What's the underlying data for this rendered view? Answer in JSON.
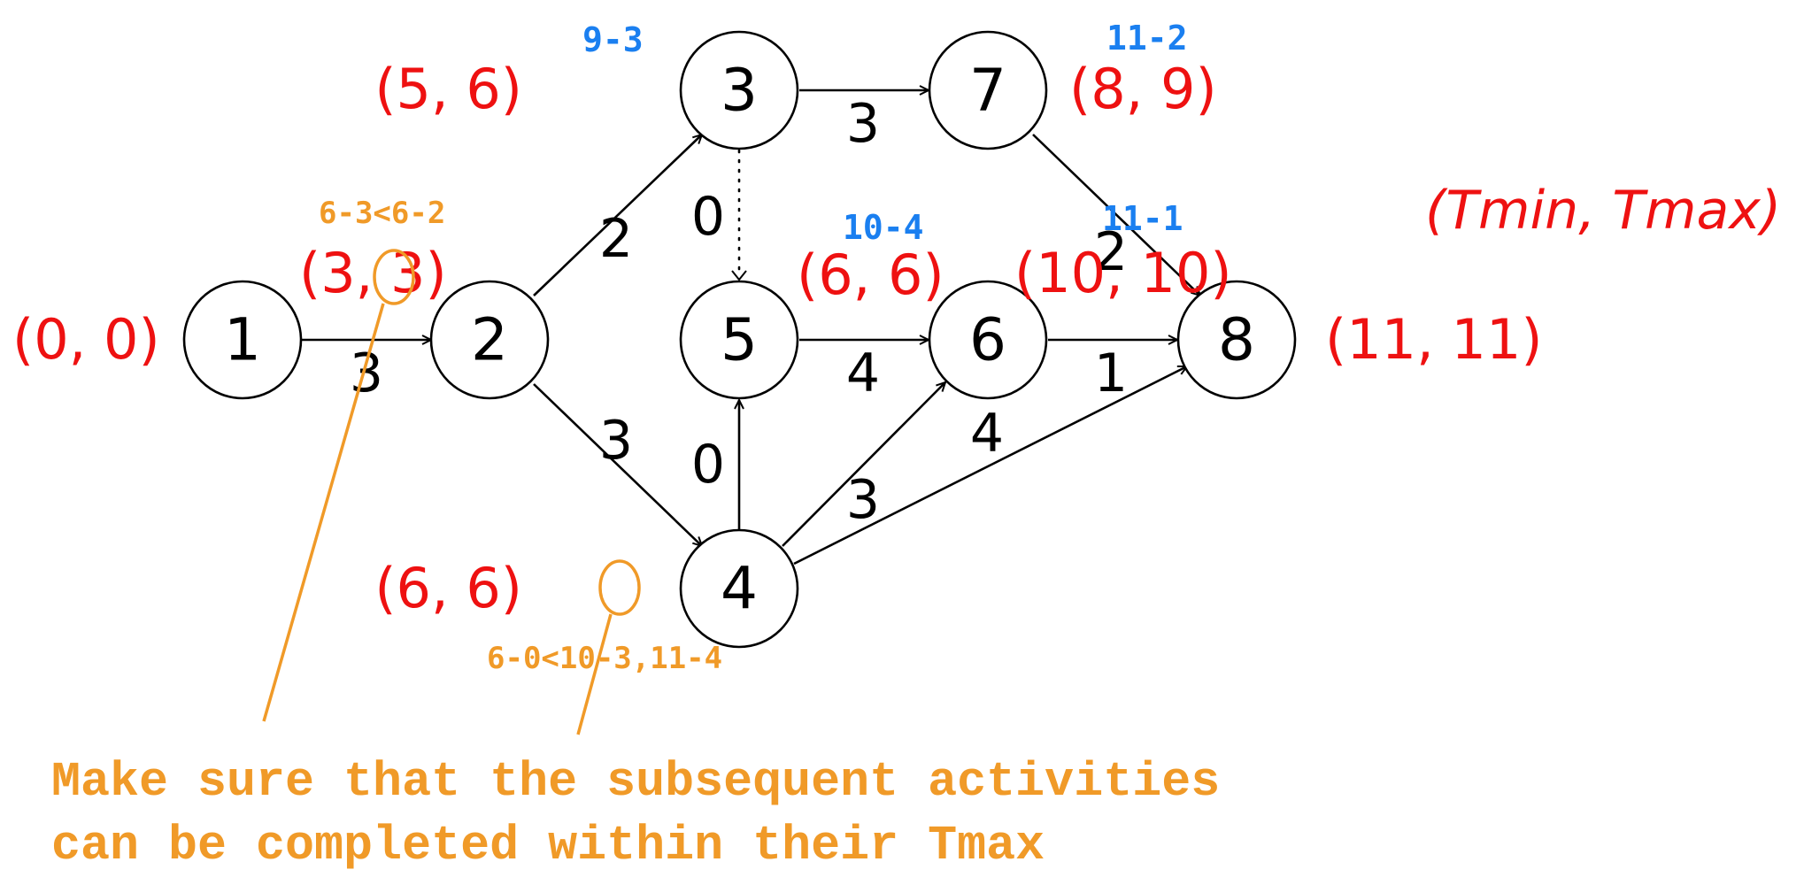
{
  "colors": {
    "node_stroke": "#000000",
    "times": "#ee1111",
    "calc_blue": "#1a7ff0",
    "annotation_orange": "#f09a28"
  },
  "nodes": [
    {
      "id": "1",
      "label": "1"
    },
    {
      "id": "2",
      "label": "2"
    },
    {
      "id": "3",
      "label": "3"
    },
    {
      "id": "4",
      "label": "4"
    },
    {
      "id": "5",
      "label": "5"
    },
    {
      "id": "6",
      "label": "6"
    },
    {
      "id": "7",
      "label": "7"
    },
    {
      "id": "8",
      "label": "8"
    }
  ],
  "edges": [
    {
      "from": "1",
      "to": "2",
      "weight": "3"
    },
    {
      "from": "2",
      "to": "3",
      "weight": "2"
    },
    {
      "from": "2",
      "to": "4",
      "weight": "3"
    },
    {
      "from": "3",
      "to": "7",
      "weight": "3"
    },
    {
      "from": "3",
      "to": "5",
      "weight": "0",
      "style": "dotted"
    },
    {
      "from": "4",
      "to": "5",
      "weight": "0"
    },
    {
      "from": "5",
      "to": "6",
      "weight": "4"
    },
    {
      "from": "4",
      "to": "6",
      "weight": "3"
    },
    {
      "from": "4",
      "to": "8",
      "weight": "4"
    },
    {
      "from": "7",
      "to": "8",
      "weight": "2"
    },
    {
      "from": "6",
      "to": "8",
      "weight": "1"
    }
  ],
  "times": {
    "1": "(0, 0)",
    "2": "(3, 3)",
    "3": "(5, 6)",
    "4": "(6, 6)",
    "5": "(6, 6)",
    "6": "(10, 10)",
    "7": "(8, 9)",
    "8": "(11, 11)"
  },
  "calculations_blue": {
    "3": "9-3",
    "7": "11-2",
    "5": "10-4",
    "6": "11-1"
  },
  "calculations_orange": {
    "2": "6-3<6-2",
    "4": "6-0<10-3,11-4"
  },
  "legend": "(Tmin, Tmax)",
  "note": {
    "line1": "Make sure that the subsequent activities",
    "line2": "can be completed within their Tmax"
  }
}
